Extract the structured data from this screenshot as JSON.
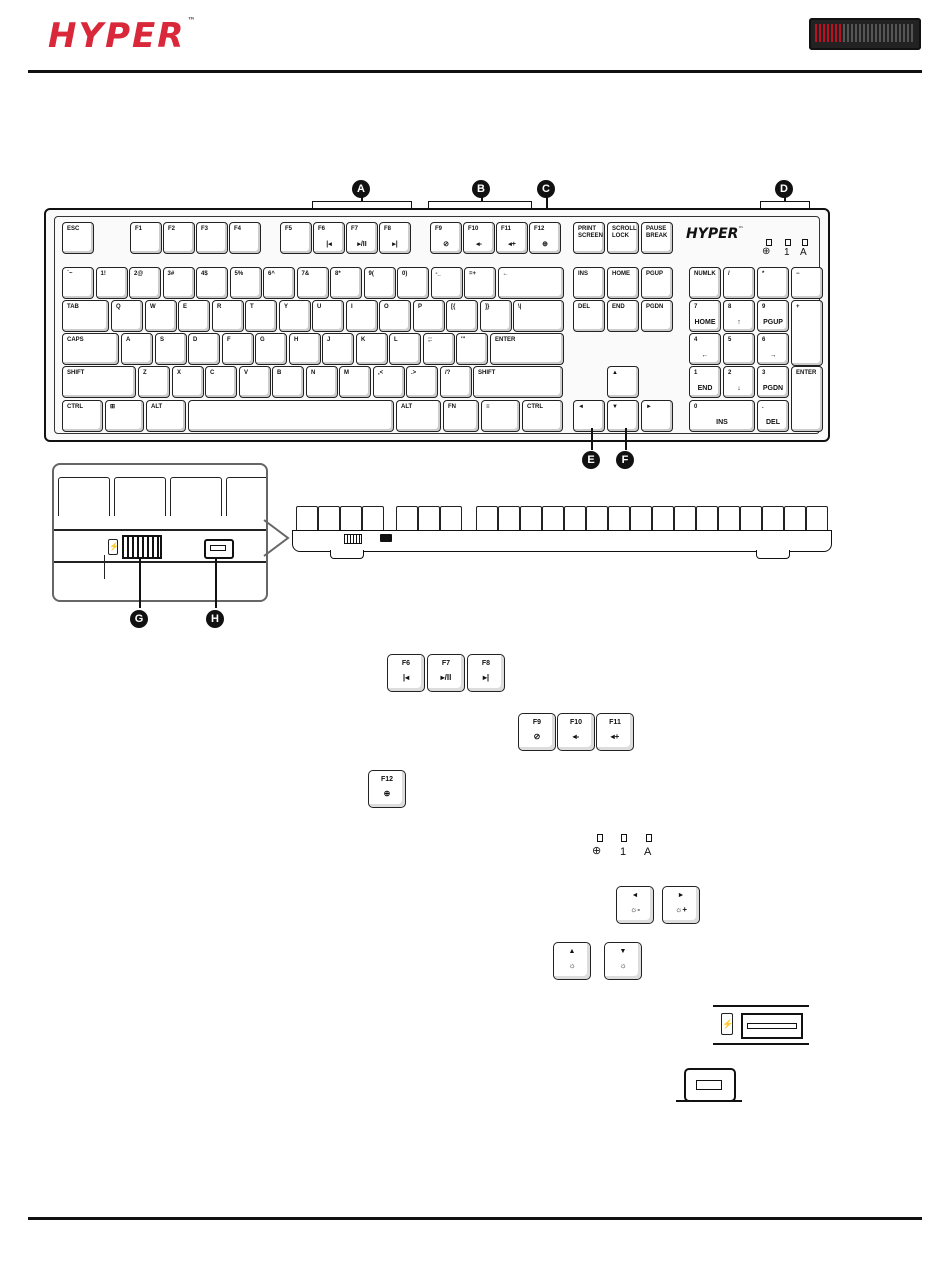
{
  "brand": {
    "logo_text": "HYPER",
    "tm": "™"
  },
  "keyboard": {
    "logo_text": "HYPER",
    "tm": "™",
    "rows": {
      "fn": [
        "ESC",
        "F1",
        "F2",
        "F3",
        "F4",
        "F5",
        "F6",
        "F7",
        "F8",
        "F9",
        "F10",
        "F11",
        "F12",
        "PRINT SCREEN",
        "SCROLL LOCK",
        "PAUSE BREAK"
      ],
      "fn_subs": {
        "F6": "|◂",
        "F7": "▸/II",
        "F8": "▸|",
        "F9": "⊘",
        "F10": "◂-",
        "F11": "◂+",
        "F12": "⊕"
      },
      "num": [
        "`~",
        "1!",
        "2@",
        "3#",
        "4$",
        "5%",
        "6^",
        "7&",
        "8*",
        "9(",
        "0)",
        "-_",
        "=+",
        "←",
        "INS",
        "HOME",
        "PGUP",
        "NUMLK",
        "/",
        "*",
        "−"
      ],
      "top": [
        "TAB",
        "Q",
        "W",
        "E",
        "R",
        "T",
        "Y",
        "U",
        "I",
        "O",
        "P",
        "[{",
        "]}",
        "\\|",
        "DEL",
        "END",
        "PGDN",
        "7",
        "8",
        "9",
        "+"
      ],
      "home": [
        "CAPS",
        "A",
        "S",
        "D",
        "F",
        "G",
        "H",
        "J",
        "K",
        "L",
        ";:",
        "'\"",
        "ENTER",
        "4",
        "5",
        "6"
      ],
      "shift": [
        "SHIFT",
        "Z",
        "X",
        "C",
        "V",
        "B",
        "N",
        "M",
        ",<",
        ".>",
        "/?",
        "SHIFT",
        "▲",
        "1",
        "2",
        "3",
        "ENTER"
      ],
      "bottom": [
        "CTRL",
        "⊞",
        "ALT",
        "",
        "ALT",
        "FN",
        "≡",
        "CTRL",
        "◄",
        "▼",
        "►",
        "0",
        "."
      ],
      "numpad_subs": {
        "7": "HOME",
        "8": "↑",
        "9": "PGUP",
        "4": "←",
        "6": "→",
        "1": "END",
        "2": "↓",
        "3": "PGDN",
        "0": "INS",
        ".": "DEL"
      }
    },
    "leds": [
      "⊕",
      "1",
      "A"
    ]
  },
  "callouts": {
    "a": "A",
    "b": "B",
    "c": "C",
    "d": "D",
    "e": "E",
    "f": "F",
    "g": "G",
    "h": "H"
  },
  "legend": {
    "media": [
      {
        "label": "F6",
        "sub": "|◂"
      },
      {
        "label": "F7",
        "sub": "▸/II"
      },
      {
        "label": "F8",
        "sub": "▸|"
      }
    ],
    "volume": [
      {
        "label": "F9",
        "sub": "⊘"
      },
      {
        "label": "F10",
        "sub": "◂-"
      },
      {
        "label": "F11",
        "sub": "◂+"
      }
    ],
    "game": [
      {
        "label": "F12",
        "sub": "⊕"
      }
    ],
    "leds": [
      "⊕",
      "1",
      "A"
    ],
    "lr": [
      {
        "label": "◄",
        "sub": "☼-"
      },
      {
        "label": "►",
        "sub": "☼+"
      }
    ],
    "ud": [
      {
        "label": "▲",
        "sub": "☼"
      },
      {
        "label": "▼",
        "sub": "☼"
      }
    ]
  },
  "colors": {
    "brand_red": "#d8283a",
    "ink": "#111111"
  }
}
